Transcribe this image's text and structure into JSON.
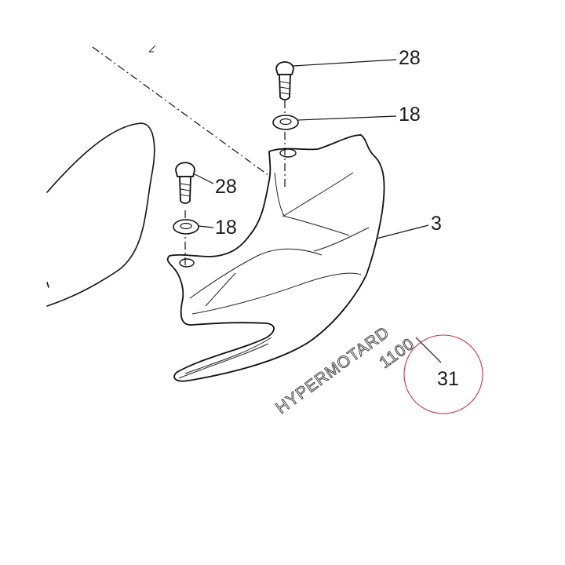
{
  "diagram": {
    "callouts": {
      "bolt_top": "28",
      "washer_top": "18",
      "bolt_left": "28",
      "washer_left": "18",
      "panel": "3",
      "decal": "31"
    },
    "decal_text": {
      "line1": "HYPERMOTARD",
      "line2": "1100"
    },
    "colors": {
      "line": "#111111",
      "highlight_circle": "#cc3340"
    }
  }
}
